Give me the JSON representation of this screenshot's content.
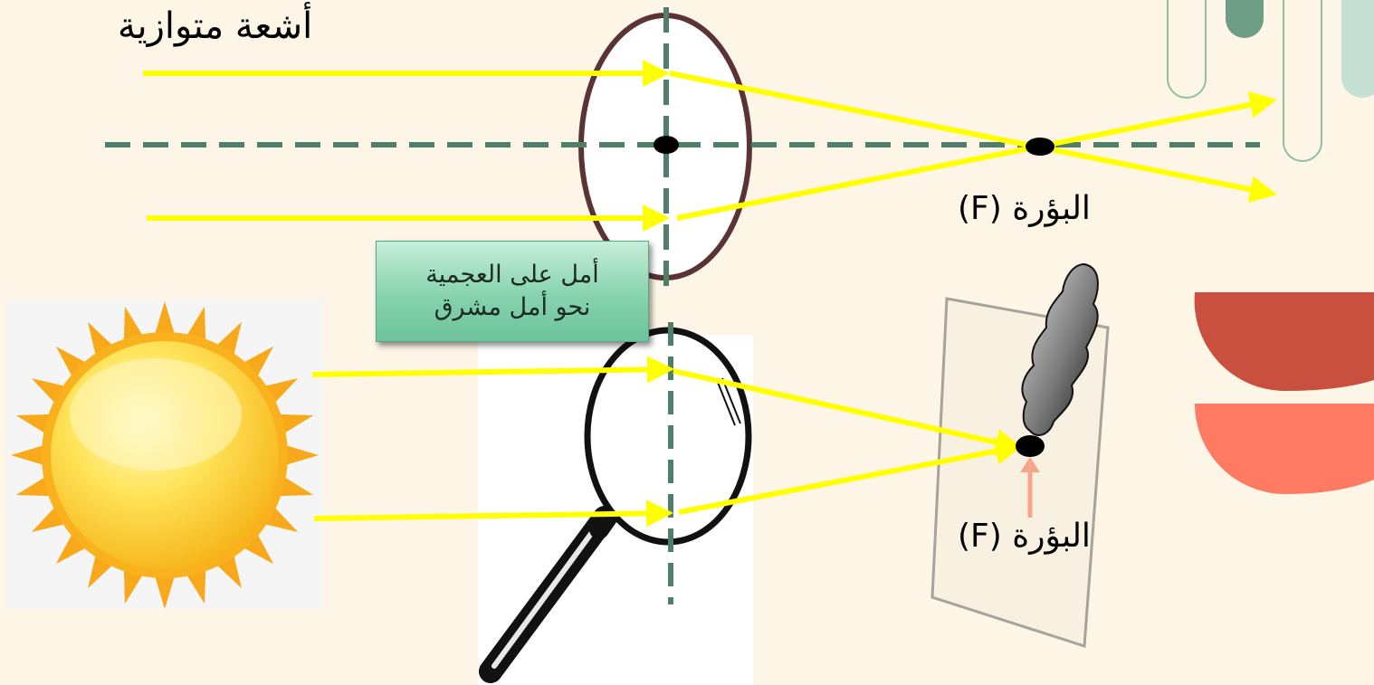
{
  "labels": {
    "title": "أشعة متوازية",
    "focus_top": "البؤرة (F)",
    "focus_bottom": "البؤرة (F)"
  },
  "credit": {
    "line1": "أمل على العجمية",
    "line2": "نحو أمل مشرق"
  },
  "colors": {
    "background": "#fdf5e6",
    "ray": "#ffff00",
    "axis": "#4f7f69",
    "lens_outline": "#5a3434",
    "deco_dark_green": "#6f9e86",
    "deco_light_green": "#c7e0d4",
    "deco_red": "#c9503f",
    "deco_coral": "#ff7a63",
    "marker_arrow": "#f6a58d"
  },
  "icons": [
    "sun-icon",
    "magnifying-glass-icon",
    "burning-paper-icon",
    "smoke-icon"
  ]
}
